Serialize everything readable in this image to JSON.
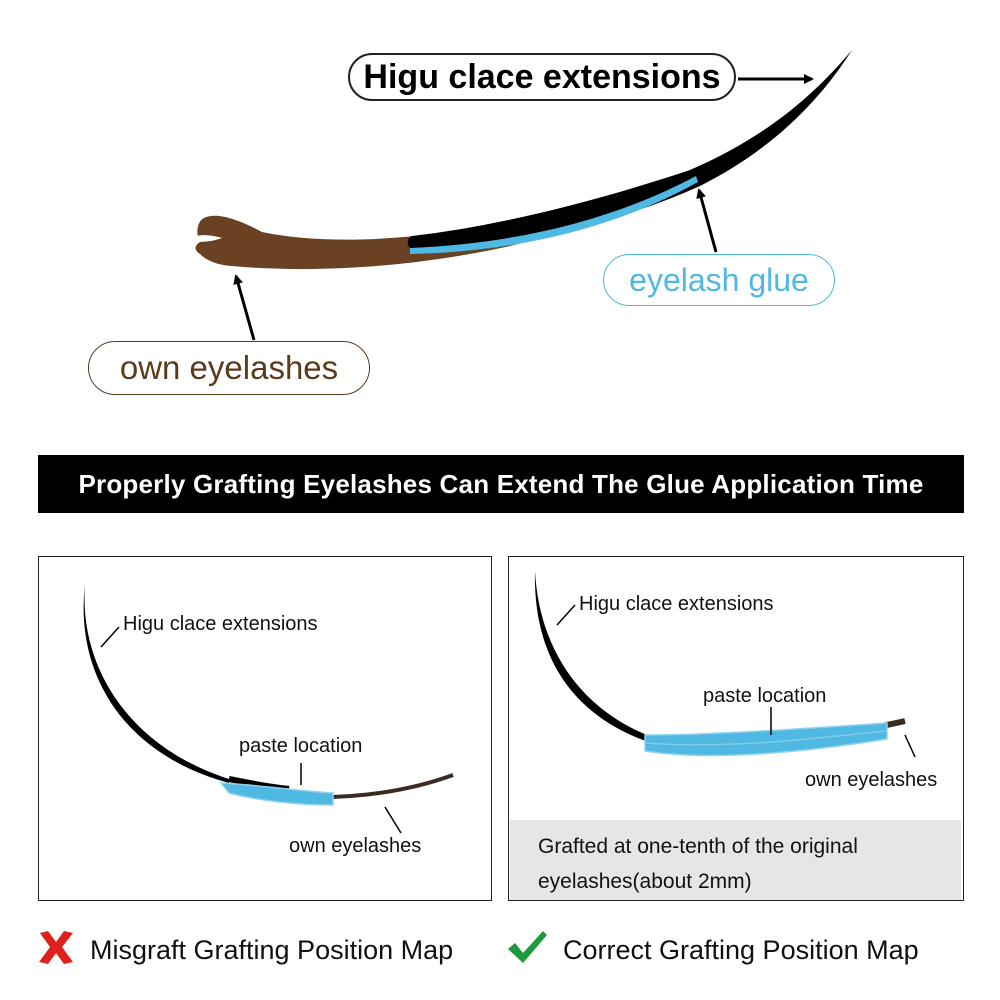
{
  "top": {
    "extensions_label": "Higu clace extensions",
    "glue_label": "eyelash glue",
    "own_label": "own eyelashes"
  },
  "banner": {
    "text": "Properly Grafting Eyelashes Can Extend The Glue Application Time"
  },
  "left_panel": {
    "extensions_label": "Higu clace extensions",
    "paste_label": "paste location",
    "own_label": "own eyelashes"
  },
  "right_panel": {
    "extensions_label": "Higu clace extensions",
    "paste_label": "paste location",
    "own_label": "own eyelashes",
    "note_line1": "Grafted at one-tenth of the original",
    "note_line2": "eyelashes(about 2mm)"
  },
  "legend": {
    "wrong_label": "Misgraft Grafting Position Map",
    "right_label": "Correct Grafting Position Map"
  },
  "colors": {
    "glue": "#4fb8e3",
    "own_lash": "#6b4124",
    "extension": "#000000",
    "wrong_mark": "#e0201b",
    "right_mark": "#1e9a3e"
  },
  "icons": {
    "wrong": "red-x-icon",
    "right": "green-check-icon"
  }
}
